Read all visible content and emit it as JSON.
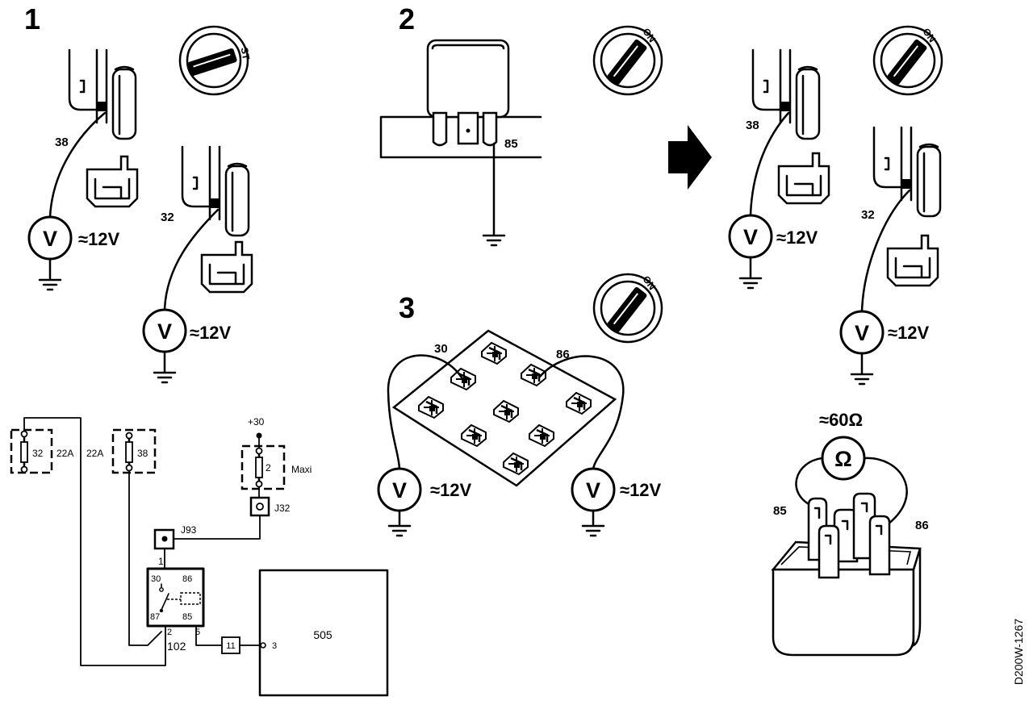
{
  "reference_code": "D200W-1267",
  "step1": {
    "number": "1",
    "key_position": "ST",
    "probe_38": {
      "terminal": "38",
      "meter": "V",
      "reading": "≈12V"
    },
    "probe_32": {
      "terminal": "32",
      "meter": "V",
      "reading": "≈12V"
    }
  },
  "step2": {
    "number": "2",
    "key_position": "ON",
    "relay_terminal": "85"
  },
  "step2_result": {
    "key_position": "ON",
    "probe_38": {
      "terminal": "38",
      "meter": "V",
      "reading": "≈12V"
    },
    "probe_32": {
      "terminal": "32",
      "meter": "V",
      "reading": "≈12V"
    }
  },
  "step3": {
    "number": "3",
    "key_position": "ON",
    "probe_30": {
      "terminal": "30",
      "meter": "V",
      "reading": "≈12V"
    },
    "probe_86": {
      "terminal": "86",
      "meter": "V",
      "reading": "≈12V"
    }
  },
  "relay_coil_test": {
    "reading": "≈60Ω",
    "meter": "Ω",
    "terminal_left": "85",
    "terminal_right": "86"
  },
  "schematic": {
    "fuse_a": {
      "number": "32",
      "rating": "22A"
    },
    "fuse_b": {
      "number": "38",
      "rating": "22A"
    },
    "maxi_fuse": {
      "supply": "+30",
      "number": "2",
      "type": "Maxi"
    },
    "junction_j32": "J32",
    "junction_j93": "J93",
    "relay": {
      "pin_1": "1",
      "pin_30": "30",
      "pin_86": "86",
      "pin_87": "87",
      "pin_85": "85",
      "pin_2": "2",
      "pin_5": "5"
    },
    "wire_102": "102",
    "connector_11": "11",
    "module_pin": "3",
    "module": "505"
  }
}
